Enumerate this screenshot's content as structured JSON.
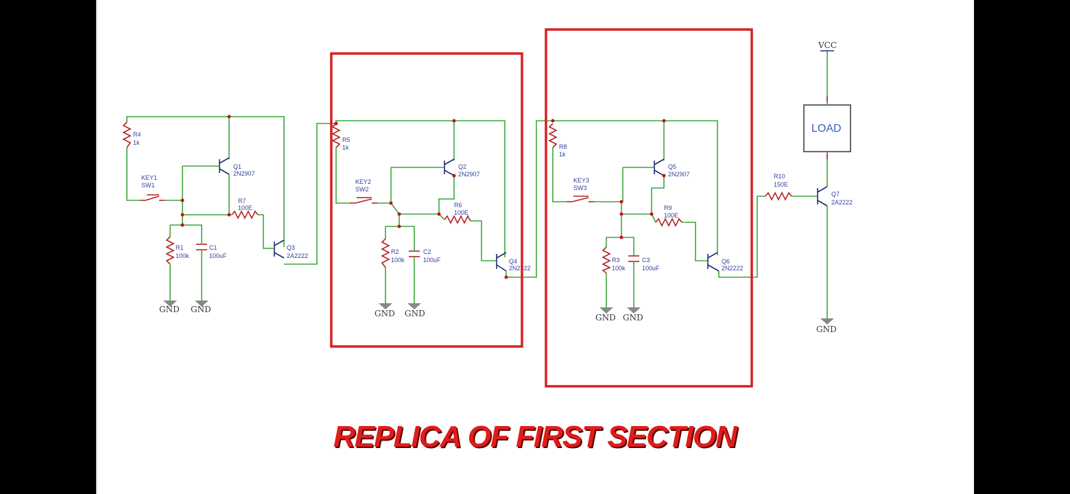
{
  "caption": "REPLICA OF FIRST SECTION",
  "labels": {
    "r4": "R4",
    "r4v": "1k",
    "sw1a": "KEY1",
    "sw1b": "SW1",
    "q1": "Q1",
    "q1v": "2N2907",
    "r7": "R7",
    "r7v": "100E",
    "r1": "R1",
    "r1v": "100k",
    "c1": "C1",
    "c1v": "100uF",
    "q3": "Q3",
    "q3v": "2A2222",
    "gnd1": "GND",
    "gnd2": "GND",
    "r5": "R5",
    "r5v": "1k",
    "sw2a": "KEY2",
    "sw2b": "SW2",
    "q2": "Q2",
    "q2v": "2N2907",
    "r6": "R6",
    "r6v": "100E",
    "r2": "R2",
    "r2v": "100k",
    "c2": "C2",
    "c2v": "100uF",
    "q4": "Q4",
    "q4v": "2N2222",
    "gnd3": "GND",
    "gnd4": "GND",
    "r8": "R8",
    "r8v": "1k",
    "sw3a": "KEY3",
    "sw3b": "SW3",
    "q5": "Q5",
    "q5v": "2N2907",
    "r9": "R9",
    "r9v": "100E",
    "r3": "R3",
    "r3v": "100k",
    "c3": "C3",
    "c3v": "100uF",
    "q6": "Q6",
    "q6v": "2N2222",
    "gnd5": "GND",
    "gnd6": "GND",
    "r10": "R10",
    "r10v": "150E",
    "q7": "Q7",
    "q7v": "2A2222",
    "vcc": "VCC",
    "load": "LOAD",
    "gnd7": "GND"
  },
  "colors": {
    "highlight": "#d81f1f",
    "wire": "#3aa63a",
    "component": "#b22222",
    "caption": "#e21b1b"
  }
}
